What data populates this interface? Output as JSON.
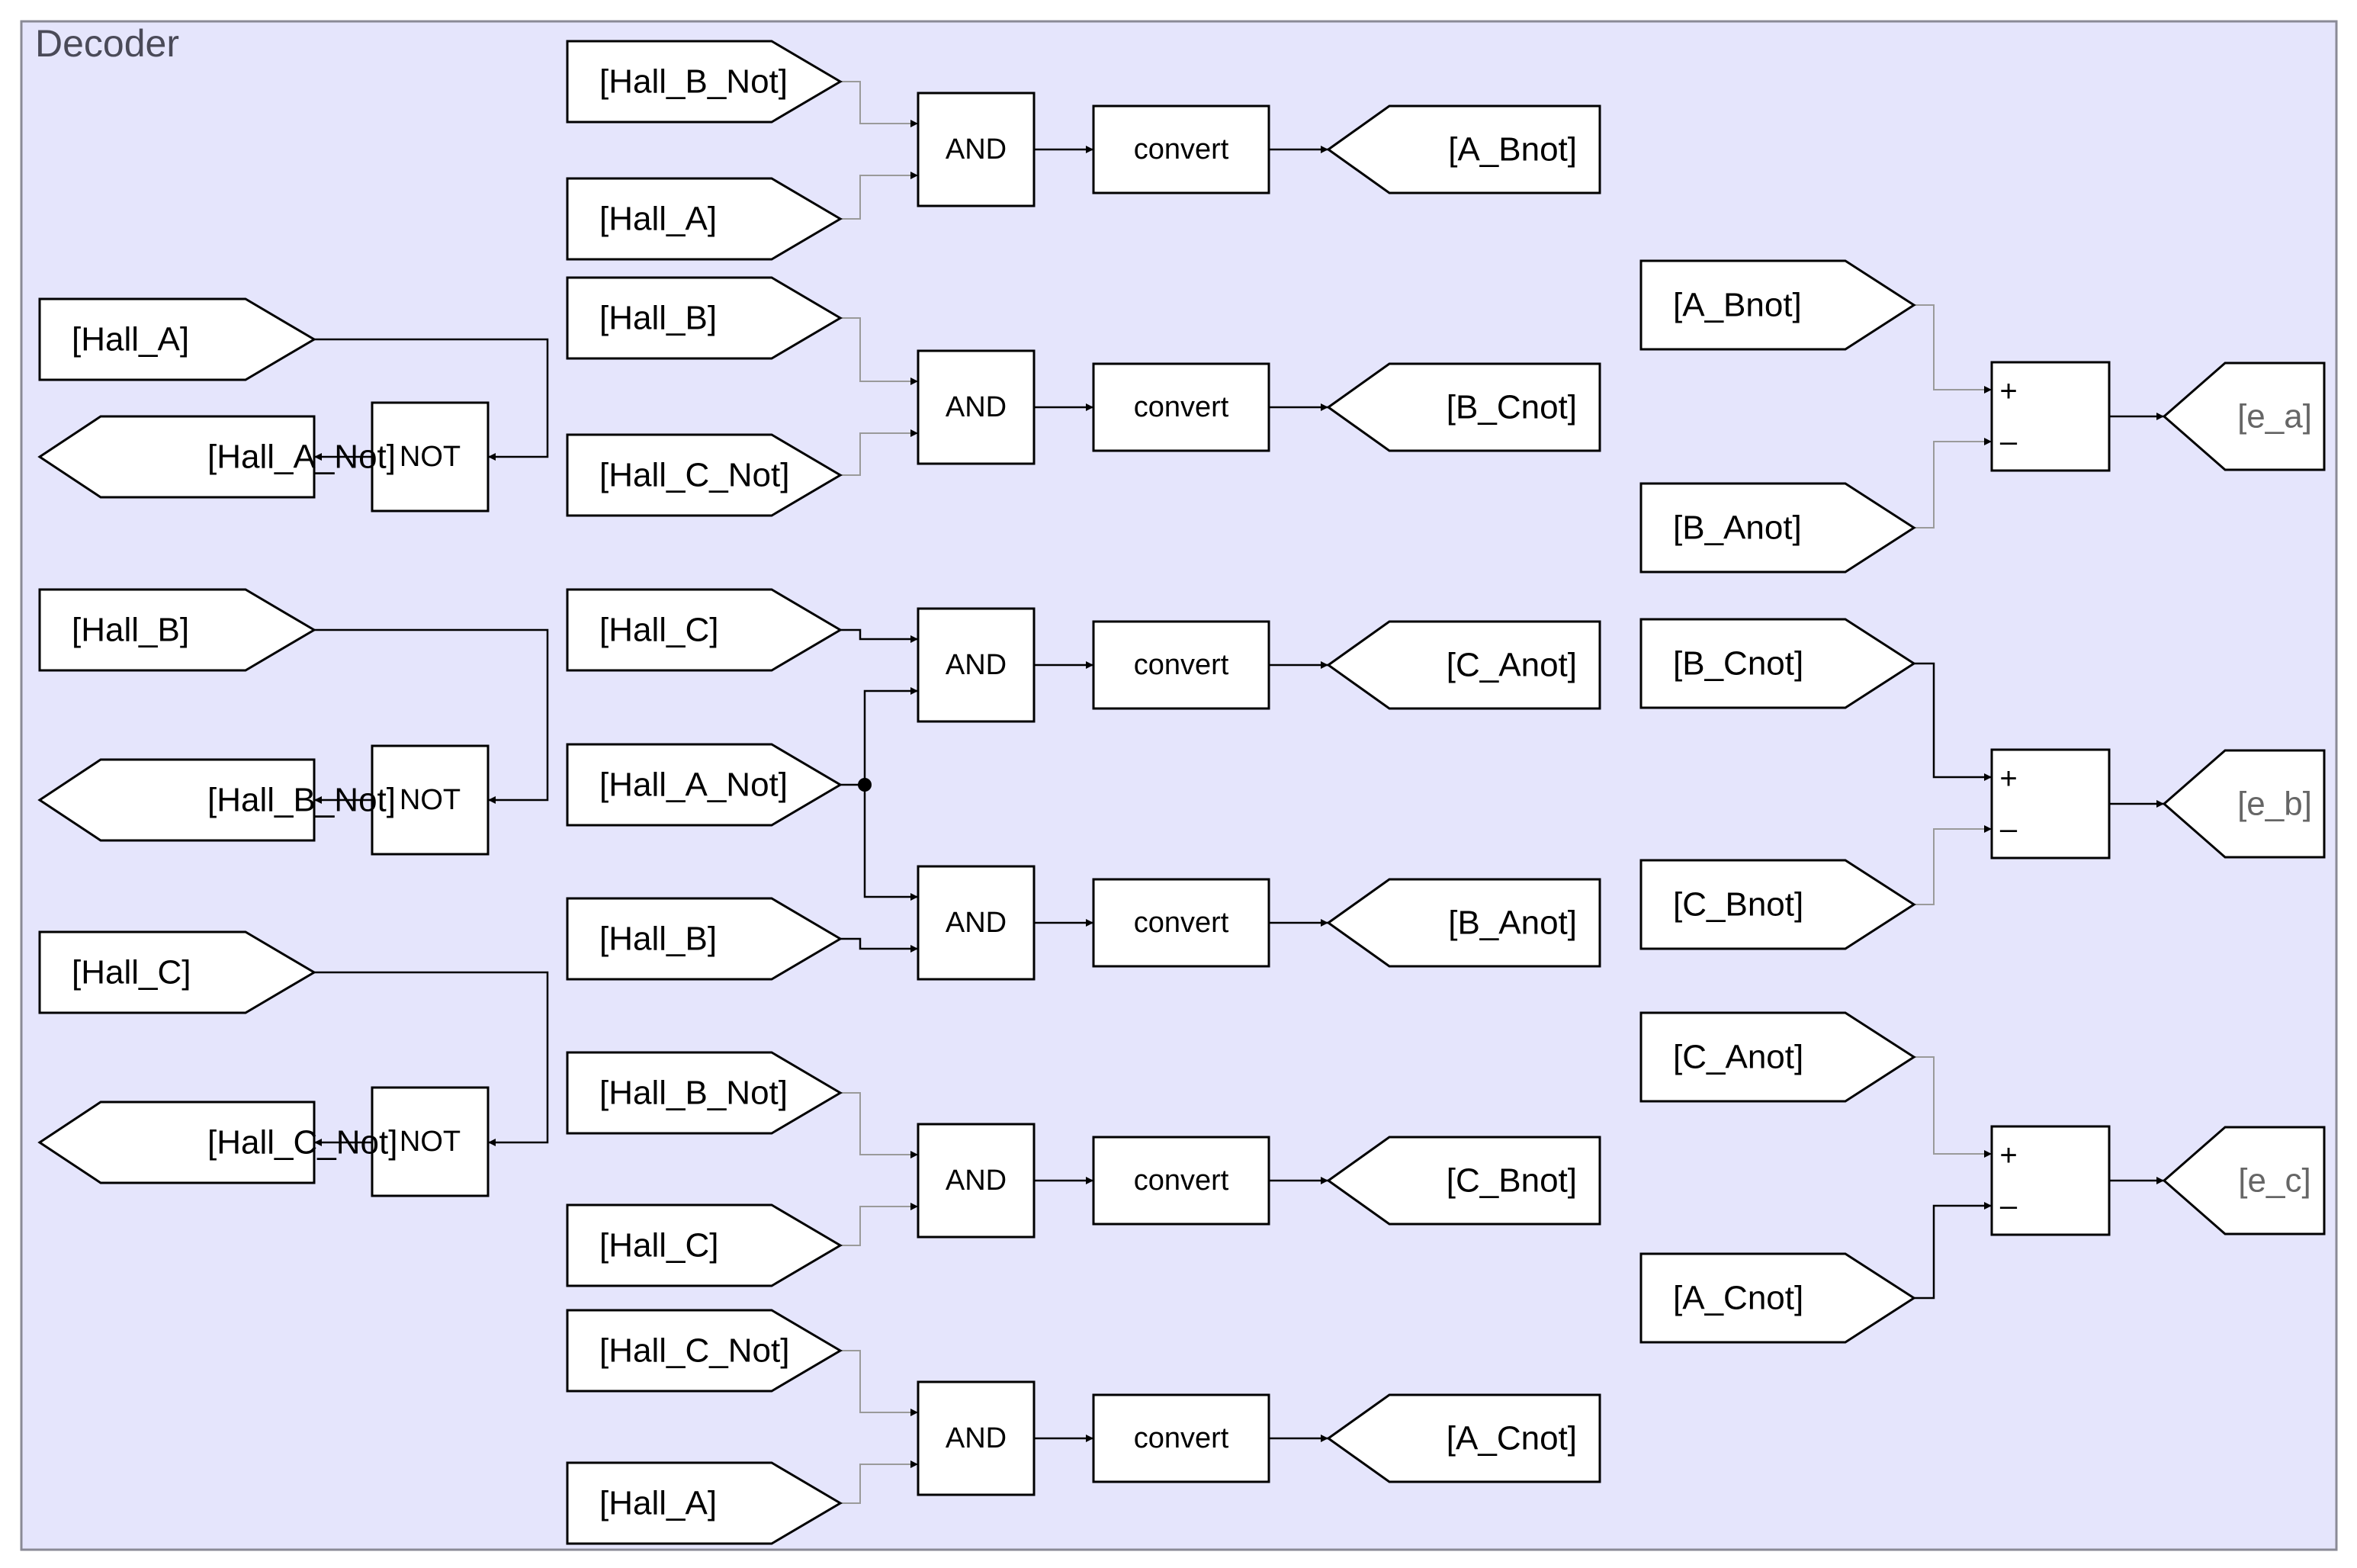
{
  "subsystem": {
    "title": "Decoder"
  },
  "blocks": {
    "not_label": "NOT",
    "and_label": "AND",
    "convert_label": "convert",
    "sum_plus": "+",
    "sum_minus": "–"
  },
  "left_group": {
    "from_tags": [
      "[Hall_A]",
      "[Hall_B]",
      "[Hall_C]"
    ],
    "goto_tags": [
      "[Hall_A_Not]",
      "[Hall_B_Not]",
      "[Hall_C_Not]"
    ]
  },
  "and_rows": [
    {
      "inputs": [
        "[Hall_B_Not]",
        "[Hall_A]"
      ],
      "output": "[A_Bnot]"
    },
    {
      "inputs": [
        "[Hall_B]",
        "[Hall_C_Not]"
      ],
      "output": "[B_Cnot]"
    },
    {
      "inputs": [
        "[Hall_C]",
        "[Hall_A_Not]"
      ],
      "output": "[C_Anot]"
    },
    {
      "inputs": [
        "[Hall_A_Not]",
        "[Hall_B]"
      ],
      "output": "[B_Anot]"
    },
    {
      "inputs": [
        "[Hall_B_Not]",
        "[Hall_C]"
      ],
      "output": "[C_Bnot]"
    },
    {
      "inputs": [
        "[Hall_C_Not]",
        "[Hall_A]"
      ],
      "output": "[A_Cnot]"
    }
  ],
  "sum_groups": [
    {
      "plus": "[A_Bnot]",
      "minus": "[B_Anot]",
      "output": "[e_a]"
    },
    {
      "plus": "[B_Cnot]",
      "minus": "[C_Bnot]",
      "output": "[e_b]"
    },
    {
      "plus": "[C_Anot]",
      "minus": "[A_Cnot]",
      "output": "[e_c]"
    }
  ],
  "colors": {
    "background": "#e5e5fc",
    "border": "#8a8a96",
    "block_fill": "#ffffff",
    "stroke": "#000000",
    "signal_line": "#000000",
    "faint_line": "#9a9a9a",
    "goto_text_faded": "#666666"
  }
}
